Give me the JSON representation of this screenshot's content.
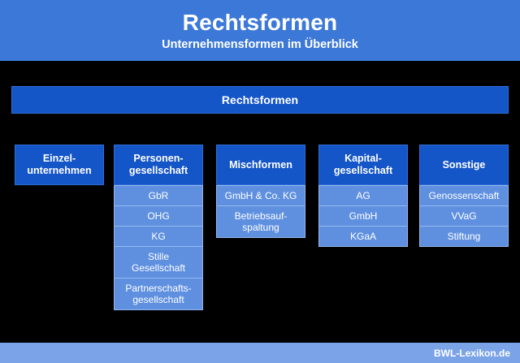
{
  "header": {
    "title": "Rechtsformen",
    "subtitle": "Unternehmensformen im Überblick",
    "band_color": "#3c78d8"
  },
  "diagram": {
    "root": {
      "label": "Rechtsformen",
      "color": "#1455c8"
    },
    "node_colors": {
      "category_header": "#1455c8",
      "child_item": "#5f90e0",
      "child_border": "#93b8ee",
      "background": "#000000",
      "text": "#ffffff"
    },
    "columns": [
      {
        "header": "Einzel-\nunternehmen",
        "header_line_1": "Einzel-",
        "header_line_2": "unternehmen",
        "children": []
      },
      {
        "header": "Personen-\ngesellschaft",
        "header_line_1": "Personen-",
        "header_line_2": "gesellschaft",
        "children": [
          "GbR",
          "OHG",
          "KG",
          "Stille\nGesellschaft",
          "Partnerschafts-\ngesellschaft"
        ]
      },
      {
        "header": "Mischformen",
        "header_line_1": "Mischformen",
        "header_line_2": "",
        "children": [
          "GmbH & Co. KG",
          "Betriebsauf-\nspaltung"
        ]
      },
      {
        "header": "Kapital-\ngesellschaft",
        "header_line_1": "Kapital-",
        "header_line_2": "gesellschaft",
        "children": [
          "AG",
          "GmbH",
          "KGaA"
        ]
      },
      {
        "header": "Sonstige",
        "header_line_1": "Sonstige",
        "header_line_2": "",
        "children": [
          "Genossenschaft",
          "VVaG",
          "Stiftung"
        ]
      }
    ]
  },
  "footer": {
    "watermark": "BWL-Lexikon.de",
    "band_color": "#7aa3e8"
  }
}
